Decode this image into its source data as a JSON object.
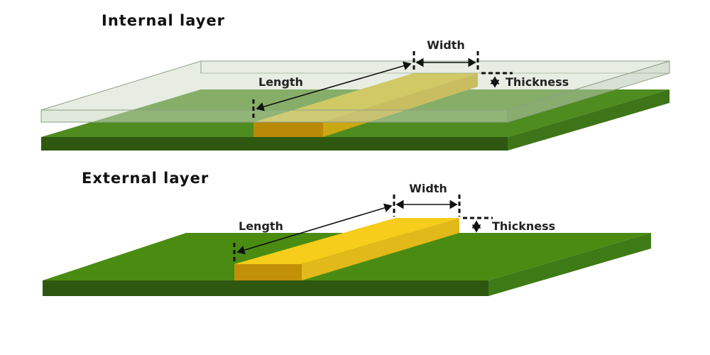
{
  "internal": {
    "title": "Internal layer",
    "width_label": "Width",
    "length_label": "Length",
    "thickness_label": "Thickness"
  },
  "external": {
    "title": "External layer",
    "width_label": "Width",
    "length_label": "Length",
    "thickness_label": "Thickness"
  },
  "colors": {
    "board_top": "#4f8c1f",
    "board_front": "#2e5810",
    "board_side": "#3e7518",
    "trace_top": "#f2c91c",
    "trace_front": "#c38f08",
    "trace_side": "#dcb31a",
    "dielectric": "#c9d6c0"
  }
}
